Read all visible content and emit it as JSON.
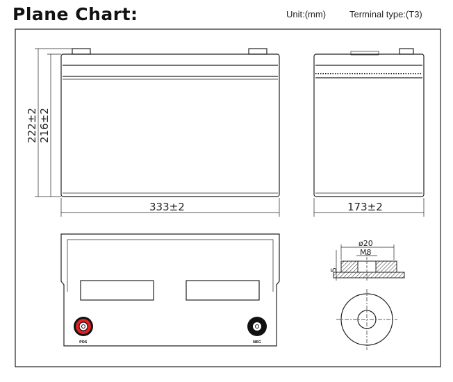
{
  "header": {
    "title": "Plane Chart:",
    "unit": "Unit:(mm)",
    "terminal_type": "Terminal type:(T3)"
  },
  "dimensions": {
    "height_total": "222±2",
    "height_case": "216±2",
    "length": "333±2",
    "width": "173±2"
  },
  "terminal_detail": {
    "diameter": "ø20",
    "thread": "M8",
    "height": "5"
  },
  "terminals": {
    "positive": "POS",
    "negative": "NEG"
  },
  "colors": {
    "positive": "#e02020",
    "negative": "#111111"
  }
}
